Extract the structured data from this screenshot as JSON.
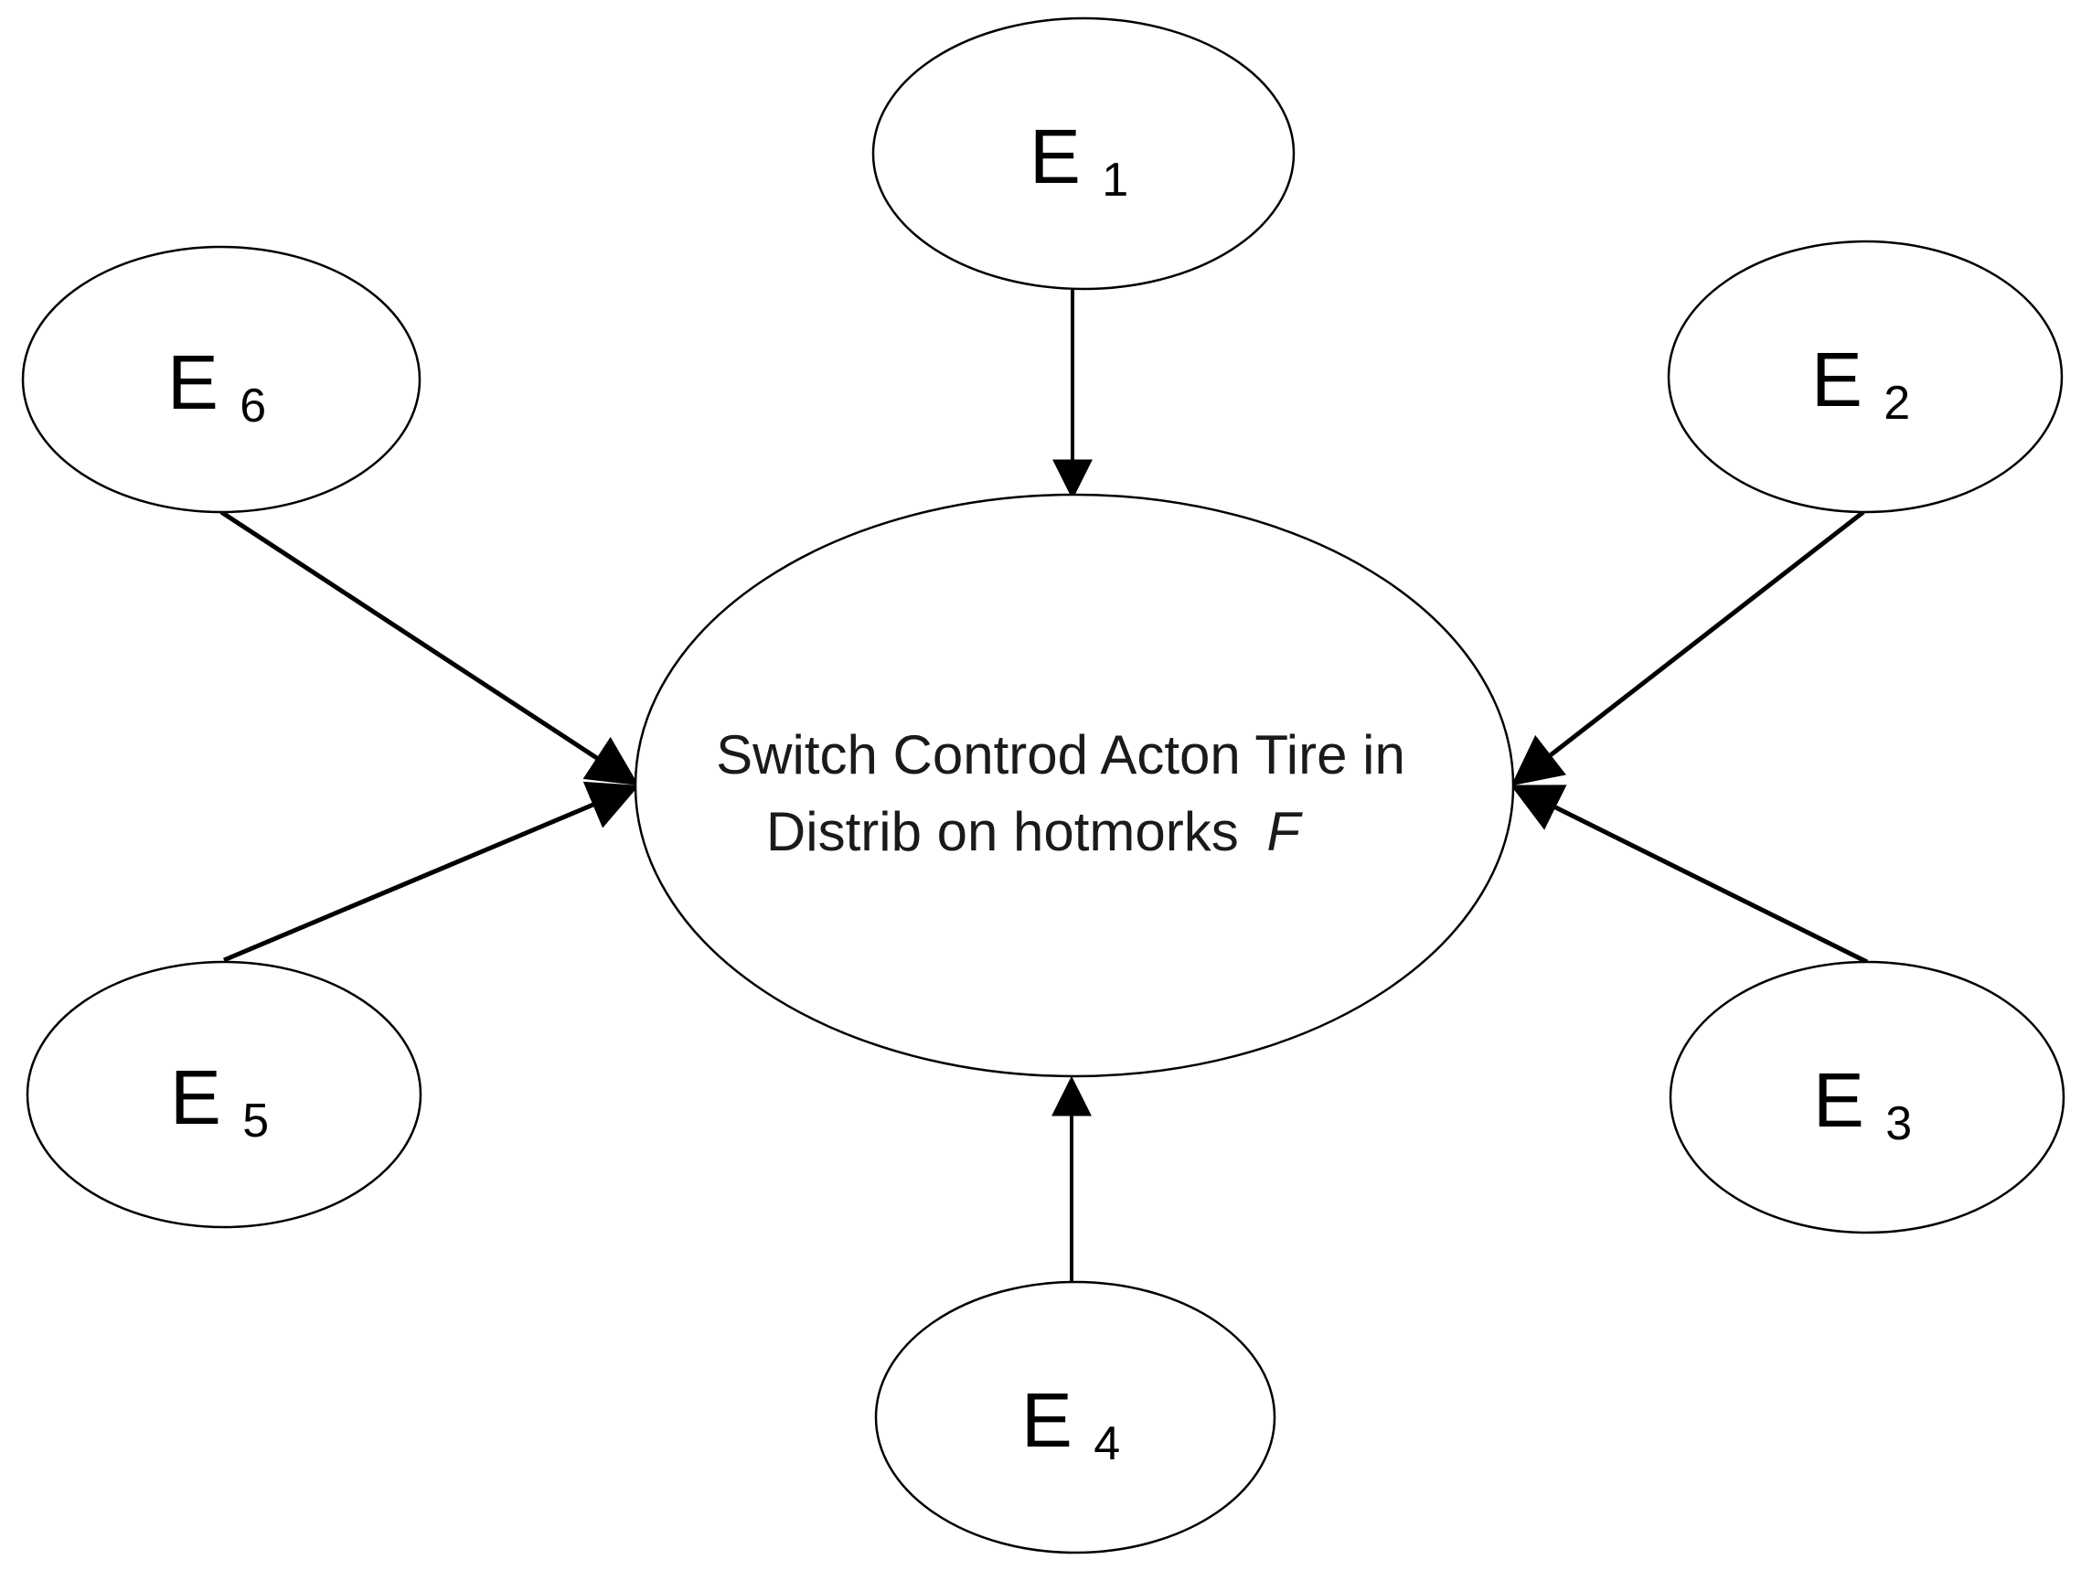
{
  "diagram": {
    "title_hidden": "",
    "center_node": {
      "line1": "Switch Controd Acton Tire in",
      "line2": "Distrib on hotmorks",
      "line2_italic_suffix": "F"
    },
    "nodes": [
      {
        "id": "E1",
        "label": "E",
        "sub": "1",
        "position": "top"
      },
      {
        "id": "E2",
        "label": "E",
        "sub": "2",
        "position": "top-right"
      },
      {
        "id": "E3",
        "label": "E",
        "sub": "3",
        "position": "bottom-right"
      },
      {
        "id": "E4",
        "label": "E",
        "sub": "4",
        "position": "bottom"
      },
      {
        "id": "E5",
        "label": "E",
        "sub": "5",
        "position": "bottom-left"
      },
      {
        "id": "E6",
        "label": "E",
        "sub": "6",
        "position": "top-left"
      }
    ],
    "edges": [
      {
        "from": "E1",
        "to": "center"
      },
      {
        "from": "E2",
        "to": "center"
      },
      {
        "from": "E3",
        "to": "center"
      },
      {
        "from": "E4",
        "to": "center"
      },
      {
        "from": "E5",
        "to": "center"
      },
      {
        "from": "E6",
        "to": "center"
      }
    ],
    "colors": {
      "background": "#ffffff",
      "stroke": "#000000",
      "text": "#1a1a1a"
    }
  }
}
